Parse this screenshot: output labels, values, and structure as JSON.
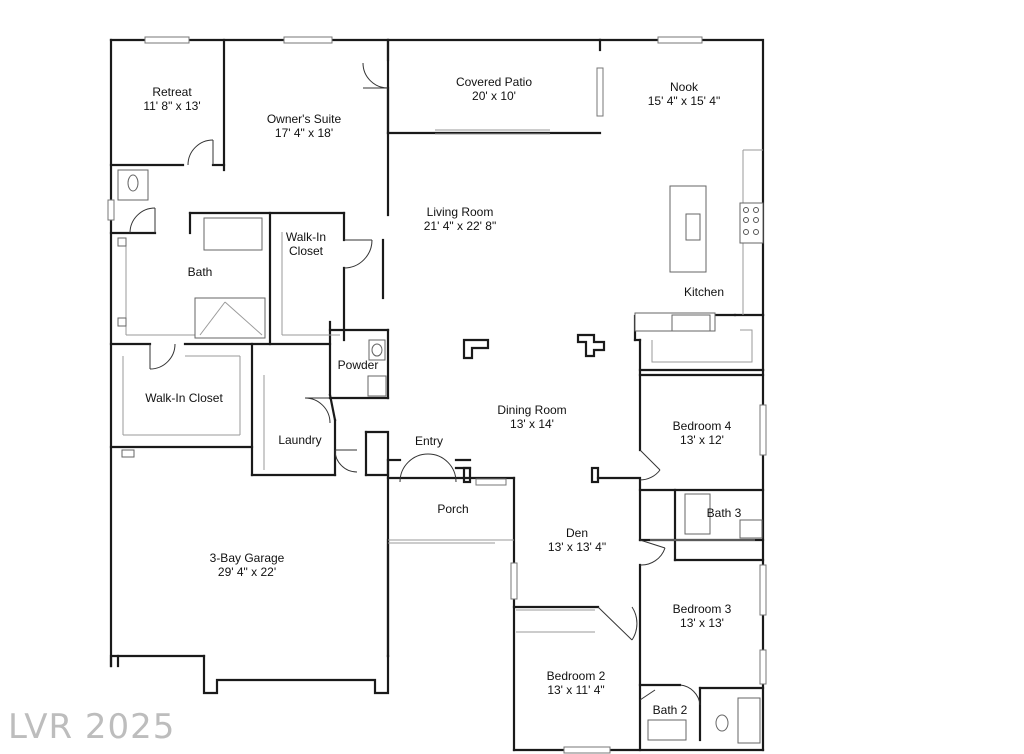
{
  "watermark": "LVR 2025",
  "rooms": {
    "retreat": {
      "name": "Retreat",
      "size": "11' 8\" x 13'"
    },
    "owners_suite": {
      "name": "Owner's Suite",
      "size": "17' 4\" x 18'"
    },
    "covered_patio": {
      "name": "Covered Patio",
      "size": "20' x 10'"
    },
    "nook": {
      "name": "Nook",
      "size": "15' 4\" x 15' 4\""
    },
    "living_room": {
      "name": "Living Room",
      "size": "21' 4\" x 22' 8\""
    },
    "walkin_closet_1": {
      "line1": "Walk-In",
      "line2": "Closet"
    },
    "bath": {
      "name": "Bath"
    },
    "kitchen": {
      "name": "Kitchen"
    },
    "powder": {
      "name": "Powder"
    },
    "walkin_closet_2": {
      "name": "Walk-In Closet"
    },
    "laundry": {
      "name": "Laundry"
    },
    "entry": {
      "name": "Entry"
    },
    "dining_room": {
      "name": "Dining Room",
      "size": "13' x 14'"
    },
    "bedroom4": {
      "name": "Bedroom 4",
      "size": "13' x 12'"
    },
    "bath3": {
      "name": "Bath 3"
    },
    "porch": {
      "name": "Porch"
    },
    "den": {
      "name": "Den",
      "size": "13' x 13' 4\""
    },
    "garage": {
      "name": "3-Bay Garage",
      "size": "29' 4\" x 22'"
    },
    "bedroom3": {
      "name": "Bedroom 3",
      "size": "13' x 13'"
    },
    "bedroom2": {
      "name": "Bedroom 2",
      "size": "13' x 11' 4\""
    },
    "bath2": {
      "name": "Bath 2"
    }
  }
}
